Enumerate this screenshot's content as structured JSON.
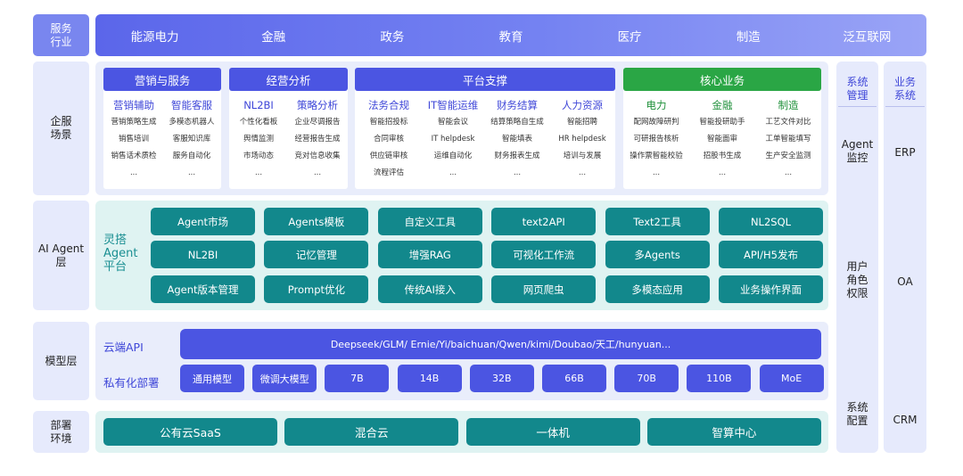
{
  "rows": {
    "industry": "服务\n行业",
    "enterprise": "企服\n场景",
    "agent": "AI Agent\n层",
    "model": "模型层",
    "deploy": "部署\n环境"
  },
  "industries": [
    "能源电力",
    "金融",
    "政务",
    "教育",
    "医疗",
    "制造",
    "泛互联网"
  ],
  "enterprise_groups": [
    {
      "title": "营销与服务",
      "color": "#4b55e2",
      "columns": [
        {
          "title": "营销辅助",
          "items": [
            "营销策略生成",
            "销售培训",
            "销售话术质检",
            "..."
          ]
        },
        {
          "title": "智能客服",
          "items": [
            "多模态机器人",
            "客服知识库",
            "服务自动化",
            "..."
          ]
        }
      ]
    },
    {
      "title": "经营分析",
      "color": "#4b55e2",
      "columns": [
        {
          "title": "NL2BI",
          "items": [
            "个性化看板",
            "舆情监测",
            "市场动态",
            "..."
          ]
        },
        {
          "title": "策略分析",
          "items": [
            "企业尽调报告",
            "经营报告生成",
            "竞对信息收集",
            "..."
          ]
        }
      ]
    },
    {
      "title": "平台支撑",
      "color": "#4b55e2",
      "columns": [
        {
          "title": "法务合规",
          "items": [
            "智能招投标",
            "合同审核",
            "供应链审核",
            "流程评估"
          ]
        },
        {
          "title": "IT智能运维",
          "items": [
            "智能会议",
            "IT helpdesk",
            "运维自动化",
            "..."
          ]
        },
        {
          "title": "财务结算",
          "items": [
            "结算策略自生成",
            "智能填表",
            "财务报表生成",
            "..."
          ]
        },
        {
          "title": "人力资源",
          "items": [
            "智能招聘",
            "HR helpdesk",
            "培训与发展",
            "..."
          ]
        }
      ]
    },
    {
      "title": "核心业务",
      "color": "#2aa645",
      "columns": [
        {
          "title": "电力",
          "items": [
            "配网故障研判",
            "可研报告核析",
            "操作票智能校验",
            "..."
          ]
        },
        {
          "title": "金融",
          "items": [
            "智能投研助手",
            "智能面审",
            "招股书生成",
            "..."
          ]
        },
        {
          "title": "制造",
          "items": [
            "工艺文件对比",
            "工单智能填写",
            "生产安全监测",
            "..."
          ]
        }
      ]
    }
  ],
  "agent_platform": {
    "label": "灵搭\nAgent\n平台",
    "buttons": [
      [
        "Agent市场",
        "Agents模板",
        "自定义工具",
        "text2API",
        "Text2工具",
        "NL2SQL"
      ],
      [
        "NL2BI",
        "记忆管理",
        "增强RAG",
        "可视化工作流",
        "多Agents",
        "API/H5发布"
      ],
      [
        "Agent版本管理",
        "Prompt优化",
        "传统AI接入",
        "网页爬虫",
        "多模态应用",
        "业务操作界面"
      ]
    ]
  },
  "model_layer": {
    "cloud_label": "云端API",
    "cloud_models": "Deepseek/GLM/ Ernie/Yi/baichuan/Qwen/kimi/Doubao/天工/hunyuan...",
    "private_label": "私有化部署",
    "private_items": [
      "通用模型",
      "微调大模型",
      "7B",
      "14B",
      "32B",
      "66B",
      "70B",
      "110B",
      "MoE"
    ]
  },
  "deploy": [
    "公有云SaaS",
    "混合云",
    "一体机",
    "智算中心"
  ],
  "system_mgmt": {
    "title": "系统\n管理",
    "items": [
      "Agent\n监控",
      "用户\n角色\n权限",
      "系统\n配置"
    ]
  },
  "business_sys": {
    "title": "业务\n系统",
    "items": [
      "ERP",
      "OA",
      "CRM"
    ]
  }
}
